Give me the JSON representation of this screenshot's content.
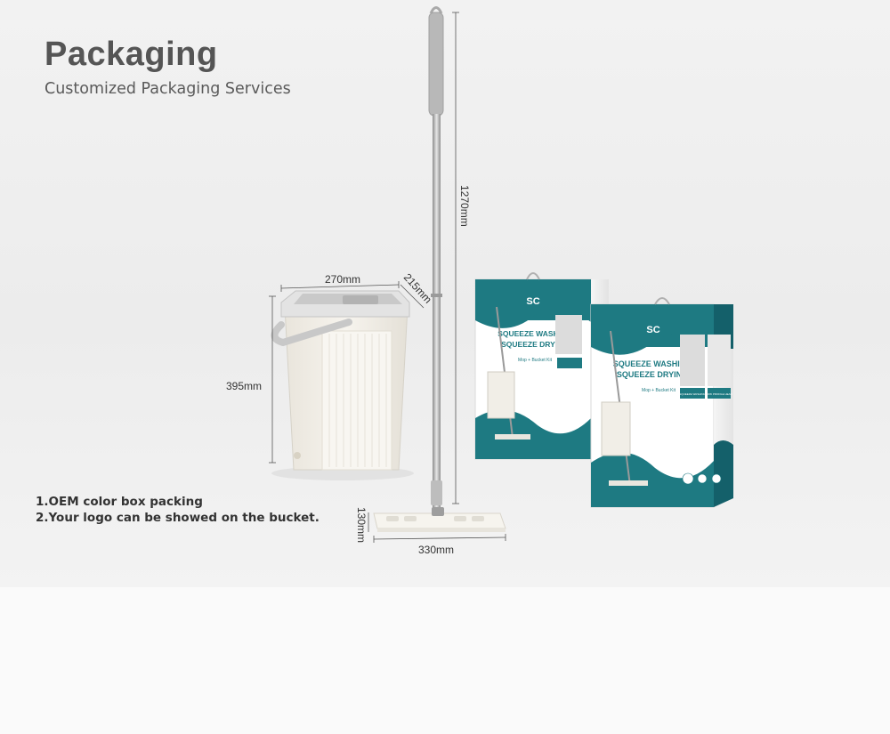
{
  "header": {
    "title": "Packaging",
    "subtitle": "Customized Packaging Services"
  },
  "notes": [
    "1.OEM color box packing",
    "2.Your logo can be showed on the bucket."
  ],
  "dimensions": {
    "bucket_width": "270mm",
    "bucket_depth": "215mm",
    "bucket_height": "395mm",
    "handle_length": "1270mm",
    "mop_head_depth": "130mm",
    "mop_head_width": "330mm"
  },
  "box": {
    "brand_logo": "SC",
    "headline_1": "SQUEEZE WASHING",
    "headline_2": "SQUEEZE DRYING",
    "tagline": "Mop + Bucket Kit",
    "side_label_1": "SQUEEZE WASHING",
    "side_label_2": "LOW PROFILE HEAD",
    "colors": {
      "teal": "#1e7a82",
      "teal_dark": "#14606a",
      "white": "#ffffff"
    }
  },
  "colors": {
    "background": "#efefef",
    "bucket": "#f3efe6",
    "bucket_lid": "#c9c9c9",
    "handle_grip": "#b8b8b8",
    "steel": "#a8a8a8"
  }
}
